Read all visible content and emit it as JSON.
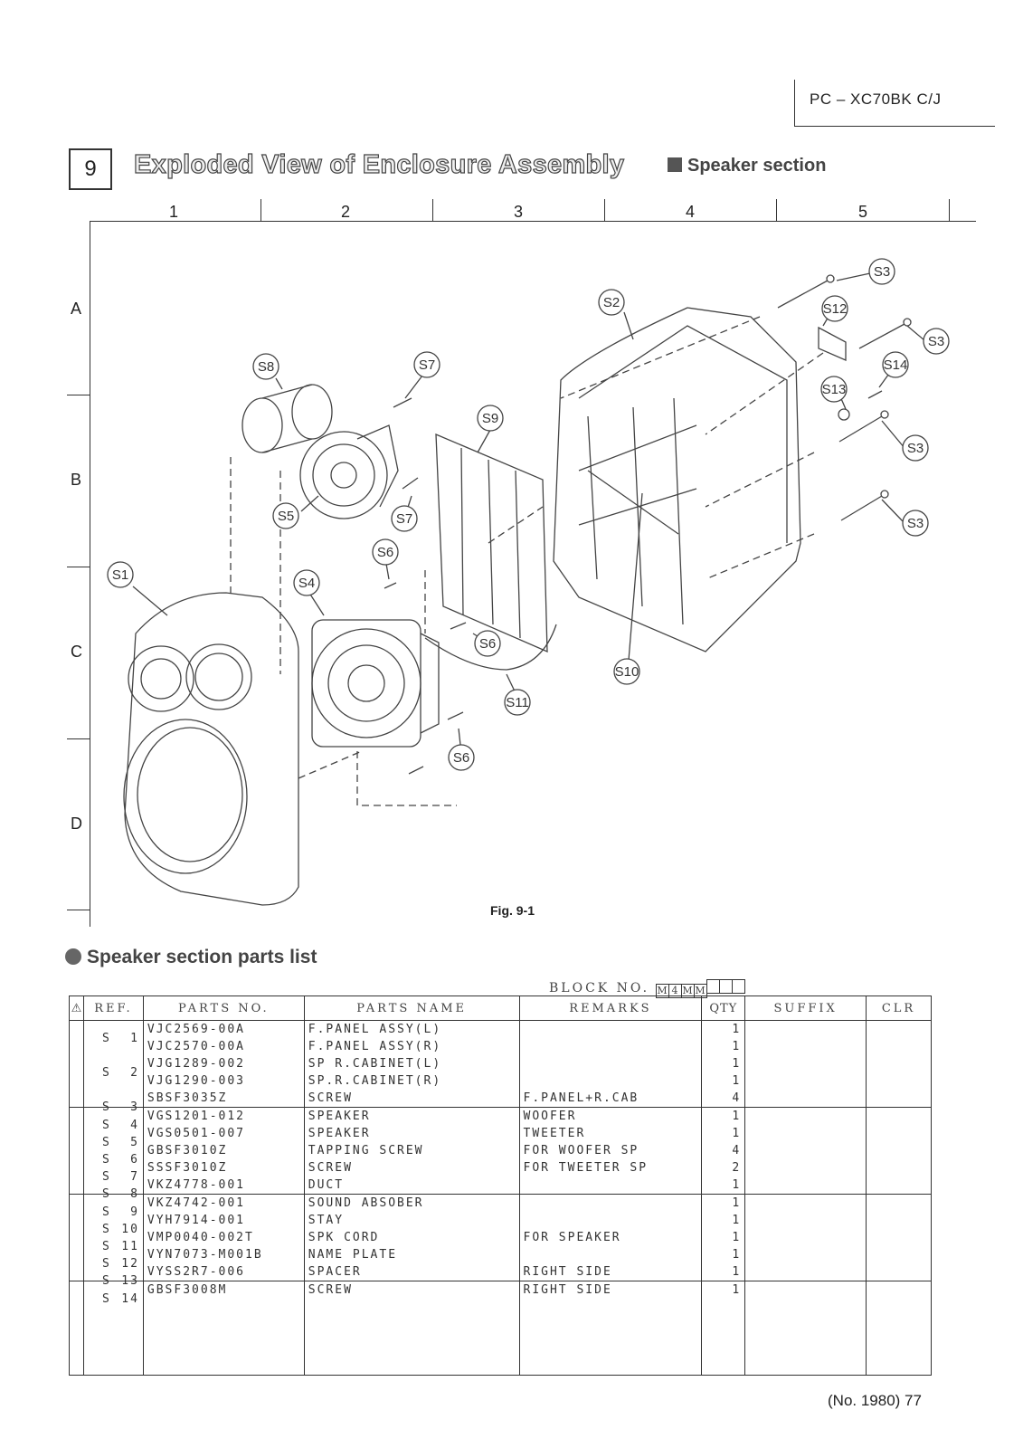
{
  "header": {
    "model": "PC – XC70BK C/J"
  },
  "section": {
    "number": "9",
    "title": "Exploded View of Enclosure Assembly",
    "subtitle": "Speaker section"
  },
  "grid": {
    "columns": [
      "1",
      "2",
      "3",
      "4",
      "5"
    ],
    "rows": [
      "A",
      "B",
      "C",
      "D"
    ]
  },
  "figure": {
    "caption": "Fig. 9-1",
    "labels": {
      "s1": "S1",
      "s2": "S2",
      "s3": "S3",
      "s4": "S4",
      "s5": "S5",
      "s6": "S6",
      "s7": "S7",
      "s8": "S8",
      "s9": "S9",
      "s10": "S10",
      "s11": "S11",
      "s12": "S12",
      "s13": "S13",
      "s14": "S14"
    }
  },
  "parts_list": {
    "title": "Speaker section parts list",
    "block_label": "BLOCK NO.",
    "block_cells": [
      "M",
      "4",
      "M",
      "M",
      "",
      "",
      ""
    ],
    "columns": {
      "safety": "⚠",
      "ref": "REF.",
      "parts_no": "PARTS NO.",
      "parts_name": "PARTS NAME",
      "remarks": "REMARKS",
      "qty": "QTY",
      "suffix": "SUFFIX",
      "clr": "CLR"
    },
    "rows": [
      {
        "s": "S",
        "n": "1",
        "no": "VJC2569-00A",
        "name": "F.PANEL ASSY(L)",
        "rem": "",
        "qty": "1"
      },
      {
        "s": "",
        "n": "",
        "no": "VJC2570-00A",
        "name": "F.PANEL ASSY(R)",
        "rem": "",
        "qty": "1"
      },
      {
        "s": "S",
        "n": "2",
        "no": "VJG1289-002",
        "name": "SP R.CABINET(L)",
        "rem": "",
        "qty": "1"
      },
      {
        "s": "",
        "n": "",
        "no": "VJG1290-003",
        "name": "SP.R.CABINET(R)",
        "rem": "",
        "qty": "1"
      },
      {
        "s": "S",
        "n": "3",
        "no": "SBSF3035Z",
        "name": "SCREW",
        "rem": "F.PANEL+R.CAB",
        "qty": "4"
      },
      {
        "s": "S",
        "n": "4",
        "no": "VGS1201-012",
        "name": "SPEAKER",
        "rem": "WOOFER",
        "qty": "1"
      },
      {
        "s": "S",
        "n": "5",
        "no": "VGS0501-007",
        "name": "SPEAKER",
        "rem": "TWEETER",
        "qty": "1"
      },
      {
        "s": "S",
        "n": "6",
        "no": "GBSF3010Z",
        "name": "TAPPING SCREW",
        "rem": "FOR WOOFER SP",
        "qty": "4"
      },
      {
        "s": "S",
        "n": "7",
        "no": "SSSF3010Z",
        "name": "SCREW",
        "rem": "FOR TWEETER SP",
        "qty": "2"
      },
      {
        "s": "S",
        "n": "8",
        "no": "VKZ4778-001",
        "name": "DUCT",
        "rem": "",
        "qty": "1"
      },
      {
        "s": "S",
        "n": "9",
        "no": "VKZ4742-001",
        "name": "SOUND ABSOBER",
        "rem": "",
        "qty": "1"
      },
      {
        "s": "S",
        "n": "10",
        "no": "VYH7914-001",
        "name": "STAY",
        "rem": "",
        "qty": "1"
      },
      {
        "s": "S",
        "n": "11",
        "no": "VMP0040-002T",
        "name": "SPK CORD",
        "rem": "FOR SPEAKER",
        "qty": "1"
      },
      {
        "s": "S",
        "n": "12",
        "no": "VYN7073-M001B",
        "name": "NAME PLATE",
        "rem": "",
        "qty": "1"
      },
      {
        "s": "S",
        "n": "13",
        "no": "VYSS2R7-006",
        "name": "SPACER",
        "rem": "RIGHT SIDE",
        "qty": "1"
      },
      {
        "s": "S",
        "n": "14",
        "no": "GBSF3008M",
        "name": "SCREW",
        "rem": "RIGHT SIDE",
        "qty": "1"
      }
    ]
  },
  "footer": {
    "page": "(No. 1980)  77"
  }
}
